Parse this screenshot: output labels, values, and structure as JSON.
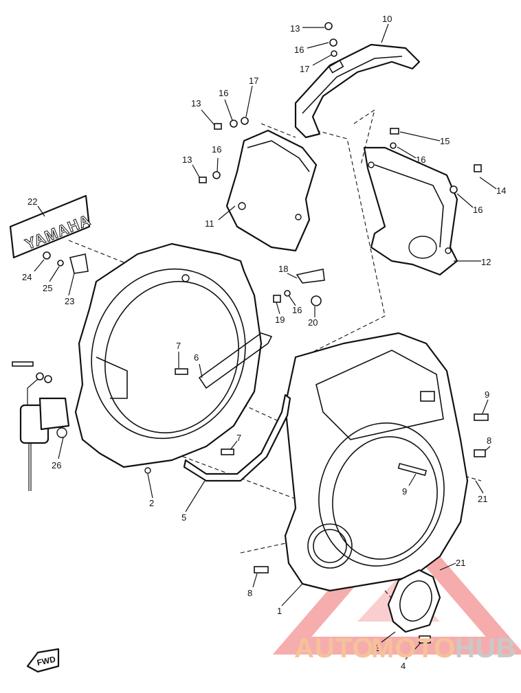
{
  "diagram": {
    "callouts": [
      {
        "id": "c13a",
        "text": "13"
      },
      {
        "id": "c16a",
        "text": "16"
      },
      {
        "id": "c17a",
        "text": "17"
      },
      {
        "id": "c10",
        "text": "10"
      },
      {
        "id": "c13b",
        "text": "13"
      },
      {
        "id": "c16b",
        "text": "16"
      },
      {
        "id": "c17b",
        "text": "17"
      },
      {
        "id": "c13c",
        "text": "13"
      },
      {
        "id": "c16c",
        "text": "16"
      },
      {
        "id": "c11",
        "text": "11"
      },
      {
        "id": "c15",
        "text": "15"
      },
      {
        "id": "c16d",
        "text": "16"
      },
      {
        "id": "c14",
        "text": "14"
      },
      {
        "id": "c16e",
        "text": "16"
      },
      {
        "id": "c12",
        "text": "12"
      },
      {
        "id": "c22",
        "text": "22"
      },
      {
        "id": "c24",
        "text": "24"
      },
      {
        "id": "c25",
        "text": "25"
      },
      {
        "id": "c23",
        "text": "23"
      },
      {
        "id": "c18",
        "text": "18"
      },
      {
        "id": "c19",
        "text": "19"
      },
      {
        "id": "c16f",
        "text": "16"
      },
      {
        "id": "c20",
        "text": "20"
      },
      {
        "id": "c7a",
        "text": "7"
      },
      {
        "id": "c6",
        "text": "6"
      },
      {
        "id": "c9a",
        "text": "9"
      },
      {
        "id": "c8a",
        "text": "8"
      },
      {
        "id": "c26",
        "text": "26"
      },
      {
        "id": "c2",
        "text": "2"
      },
      {
        "id": "c7b",
        "text": "7"
      },
      {
        "id": "c5",
        "text": "5"
      },
      {
        "id": "c9b",
        "text": "9"
      },
      {
        "id": "c21a",
        "text": "21"
      },
      {
        "id": "c21b",
        "text": "21"
      },
      {
        "id": "c8b",
        "text": "8"
      },
      {
        "id": "c1",
        "text": "1"
      },
      {
        "id": "c3",
        "text": "3"
      },
      {
        "id": "c4",
        "text": "4"
      }
    ],
    "emblem_text": "YAMAHA",
    "fwd_label": "FWD"
  },
  "watermark": {
    "part1": "AUTO",
    "part2": "MOTO",
    "part3": "HUB",
    "colors": {
      "accent": "#ef6a6a",
      "light": "#f6c29a",
      "gray": "#c9c9c9"
    }
  }
}
